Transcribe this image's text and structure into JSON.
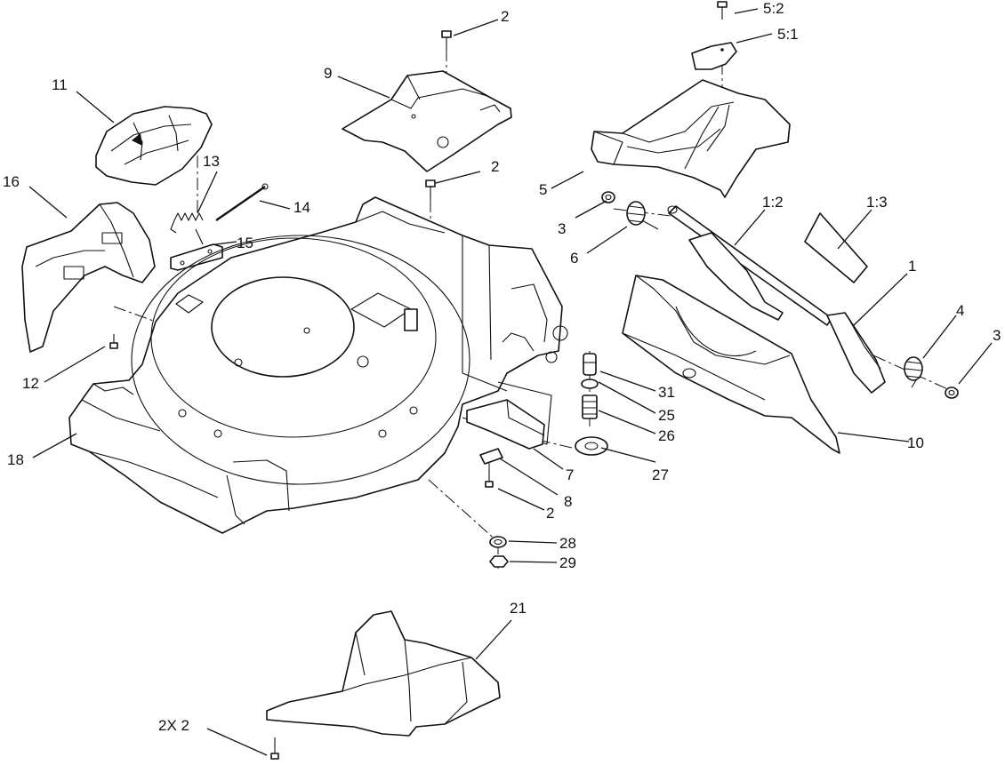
{
  "callouts": {
    "c_5_2": "5:2",
    "c_5_1": "5:1",
    "c_2_top": "2",
    "c_9": "9",
    "c_11": "11",
    "c_2_mid": "2",
    "c_5": "5",
    "c_13": "13",
    "c_16": "16",
    "c_14": "14",
    "c_1_2": "1:2",
    "c_1_3": "1:3",
    "c_3_left": "3",
    "c_15": "15",
    "c_6": "6",
    "c_1": "1",
    "c_4": "4",
    "c_3_right": "3",
    "c_12": "12",
    "c_31": "31",
    "c_25": "25",
    "c_26": "26",
    "c_18": "18",
    "c_10": "10",
    "c_7": "7",
    "c_27": "27",
    "c_8": "8",
    "c_2_low": "2",
    "c_28": "28",
    "c_29": "29",
    "c_21": "21",
    "c_2x2": "2X 2"
  }
}
